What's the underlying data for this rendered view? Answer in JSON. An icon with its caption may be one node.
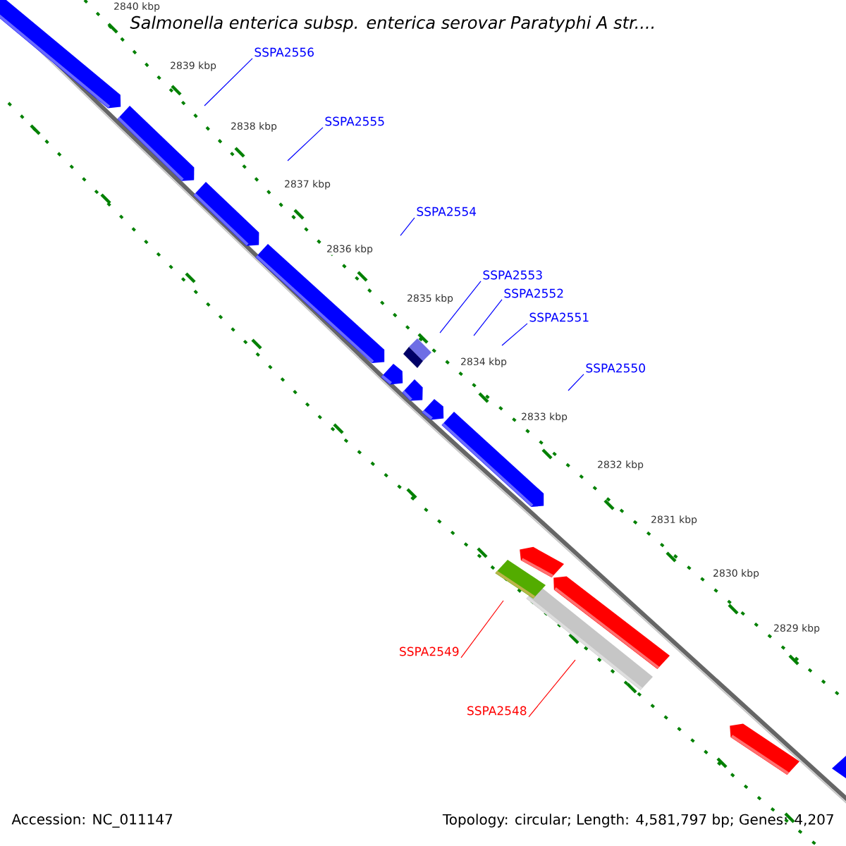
{
  "diagram": {
    "title": "Salmonella enterica subsp. enterica serovar Paratyphi A str....",
    "nodes": [
      {
        "text": [
          "SSPA2556"
        ]
      },
      {
        "text": [
          "SSPA2555"
        ]
      },
      {
        "text": [
          "SSPA2554"
        ]
      },
      {
        "text": [
          "SSPA2553"
        ]
      },
      {
        "text": [
          "SSPA2552"
        ]
      },
      {
        "text": [
          "SSPA2551"
        ]
      },
      {
        "text": [
          "SSPA2550"
        ]
      },
      {
        "text": [
          "SSPA2549"
        ]
      },
      {
        "text": [
          "SSPA2548"
        ]
      }
    ],
    "edges": [
      {
        "from": 0,
        "to": null,
        "arrow": "none"
      },
      {
        "from": 1,
        "to": null,
        "arrow": "none"
      },
      {
        "from": 2,
        "to": null,
        "arrow": "none"
      },
      {
        "from": 3,
        "to": null,
        "arrow": "none"
      },
      {
        "from": 4,
        "to": null,
        "arrow": "none"
      },
      {
        "from": 5,
        "to": null,
        "arrow": "none"
      },
      {
        "from": 6,
        "to": null,
        "arrow": "none"
      },
      {
        "from": 7,
        "to": null,
        "arrow": "none",
        "color": "#ff0000"
      },
      {
        "from": 8,
        "to": null,
        "arrow": "none",
        "color": "#ff0000"
      }
    ],
    "labels": [
      "2840 kbp",
      "2839 kbp",
      "2838 kbp",
      "2837 kbp",
      "2836 kbp",
      "2835 kbp",
      "2834 kbp",
      "2833 kbp",
      "2832 kbp",
      "2831 kbp",
      "2830 kbp",
      "2829 kbp",
      "Accession: NC_011147",
      "Topology: circular; Length: 4,581,797 bp; Genes: 4,207"
    ]
  }
}
